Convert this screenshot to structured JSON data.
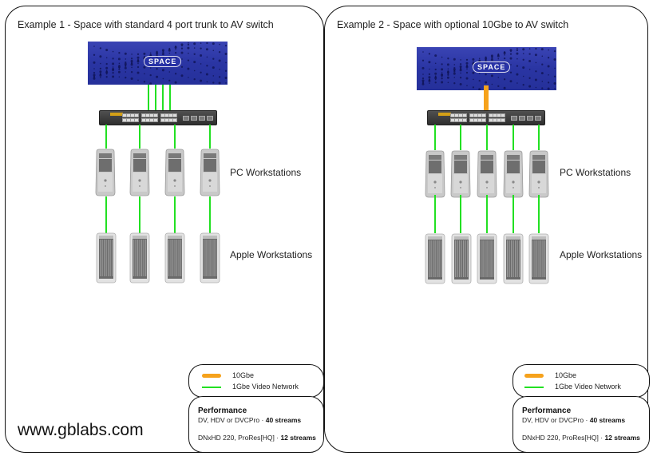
{
  "examples": [
    {
      "title": "Example 1 - Space with standard 4 port trunk to AV switch",
      "storage_logo": "SPACE",
      "uplink_type": "1Gbe x4",
      "pc_label": "PC Workstations",
      "apple_label": "Apple Workstations",
      "workstation_count": 4
    },
    {
      "title": "Example 2 - Space with optional 10Gbe to AV switch",
      "storage_logo": "SPACE",
      "uplink_type": "10Gbe",
      "pc_label": "PC Workstations",
      "apple_label": "Apple Workstations",
      "workstation_count": 5
    }
  ],
  "legend": {
    "items": [
      {
        "label": "10Gbe",
        "color": "#f6a21c"
      },
      {
        "label": "1Gbe Video Network",
        "color": "#22e022"
      }
    ]
  },
  "performance": {
    "title": "Performance",
    "line1_prefix": "DV, HDV or DVCPro · ",
    "line1_value": "40 streams",
    "line2_prefix": "DNxHD 220, ProRes[HQ] · ",
    "line2_value": "12 streams"
  },
  "website": "www.gblabs.com",
  "colors": {
    "link_1g": "#22e022",
    "link_10g": "#f6a21c",
    "space_unit": "#2a35a3"
  }
}
